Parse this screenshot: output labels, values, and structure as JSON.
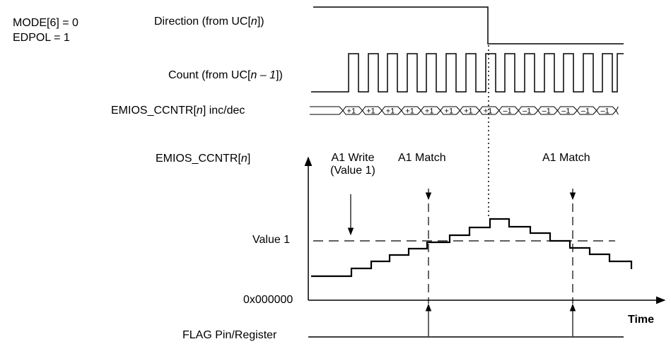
{
  "header": {
    "mode": "MODE[6] = 0",
    "edpol": "EDPOL = 1"
  },
  "signals": {
    "direction": {
      "prefix": "Direction (from UC[",
      "var": "n",
      "suffix": "])"
    },
    "count": {
      "prefix": "Count (from UC[",
      "var": "n – 1",
      "suffix": "])"
    },
    "incdec": {
      "prefix": "EMIOS_CCNTR[",
      "var": "n",
      "suffix": "] inc/dec"
    }
  },
  "incdec_values": [
    "+1",
    "+1",
    "+1",
    "+1",
    "+1",
    "+1",
    "+1",
    "+1",
    "–1",
    "–1",
    "–1",
    "–1",
    "–1",
    "–1"
  ],
  "graph": {
    "ylabel": {
      "prefix": "EMIOS_CCNTR[",
      "var": "n",
      "suffix": "]"
    },
    "value1": "Value 1",
    "zero": "0x000000",
    "xlabel": "Time",
    "write_line1": "A1 Write",
    "write_line2": "(Value 1)",
    "match1": "A1 Match",
    "match2": "A1 Match"
  },
  "flag": {
    "label": "FLAG Pin/Register"
  }
}
